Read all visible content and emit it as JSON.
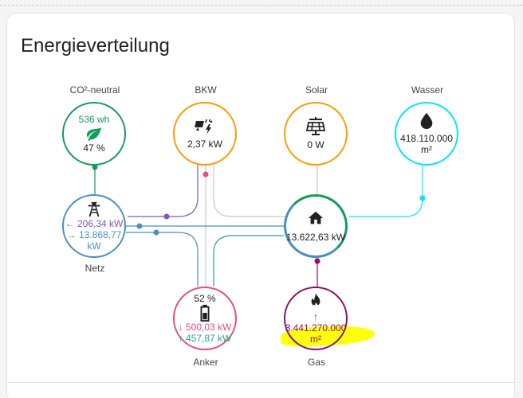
{
  "card": {
    "title": "Energieverteilung"
  },
  "nodes": {
    "co2": {
      "label": "CO²-neutral",
      "value": "536 wh",
      "percent": "47 %",
      "icon": "leaf-icon",
      "color": "#0f9d58"
    },
    "bkw": {
      "label": "BKW",
      "value": "2,37 kW",
      "icon": "solar-panel-flash-icon",
      "color": "#ff9800"
    },
    "solar": {
      "label": "Solar",
      "value": "0 W",
      "icon": "solar-panel-icon",
      "color": "#ff9800"
    },
    "wasser": {
      "label": "Wasser",
      "value": "418.110.000",
      "unit": "m²",
      "icon": "water-drop-icon",
      "color": "#00e5ff"
    },
    "netz": {
      "label": "Netz",
      "consume": "206,34 kW",
      "return_value": "13.868,77",
      "return_unit": "kW",
      "icon": "transmission-tower-icon",
      "color": "#488fc2",
      "consume_color": "#7e57c2"
    },
    "home": {
      "value": "13.622,63 kW",
      "icon": "home-icon"
    },
    "anker": {
      "label": "Anker",
      "percent": "52 %",
      "discharge": "500,03 kW",
      "charge": "457,87 kW",
      "icon": "battery-icon",
      "color": "#e74c7c",
      "charge_color": "#26a69a"
    },
    "gas": {
      "label": "Gas",
      "value": "3.441.270.000",
      "unit": "m²",
      "icon": "fire-icon",
      "color": "#8e0e6b"
    }
  }
}
